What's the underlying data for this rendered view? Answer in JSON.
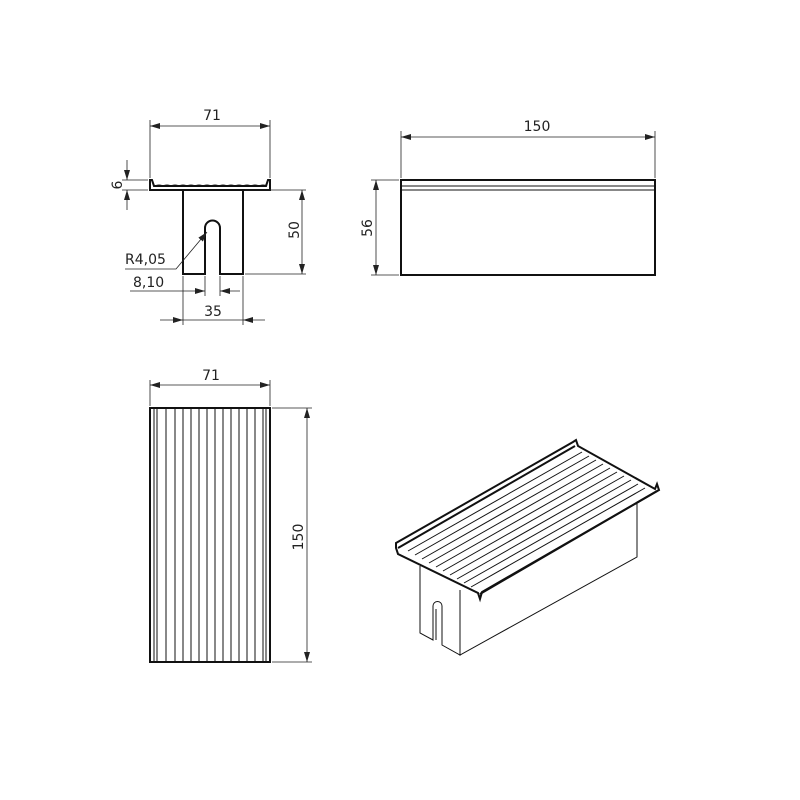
{
  "drawing": {
    "front_view": {
      "width_label": "71",
      "plate_thickness_label": "6",
      "height_label": "50",
      "radius_label": "R4,05",
      "slot_width_label": "8,10",
      "body_width_label": "35"
    },
    "side_view": {
      "length_label": "150",
      "height_label": "56"
    },
    "top_view": {
      "width_label": "71",
      "length_label": "150"
    },
    "isometric_view": {}
  }
}
